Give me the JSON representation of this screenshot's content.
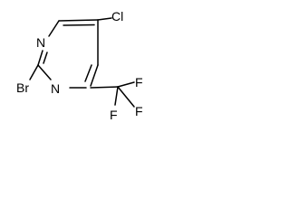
{
  "molecule": {
    "atoms": {
      "n1": "N",
      "n3": "N",
      "cl": "Cl",
      "br": "Br",
      "f1": "F",
      "f2": "F",
      "f3": "F"
    }
  }
}
